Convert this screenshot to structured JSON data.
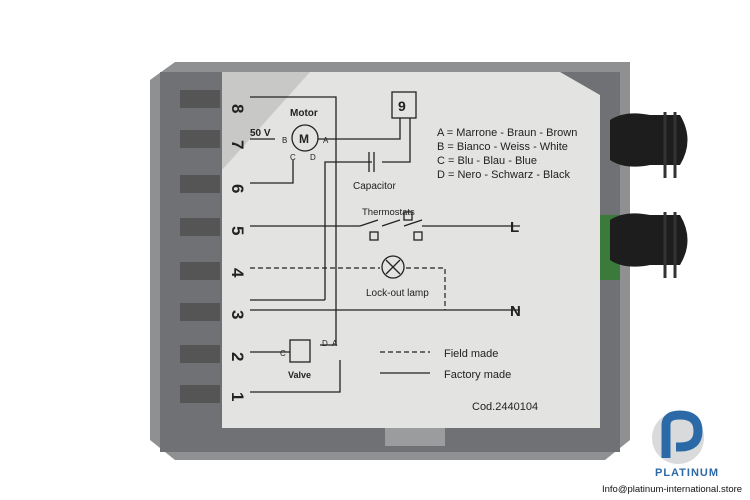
{
  "device": {
    "terminals": [
      "8",
      "7",
      "6",
      "5",
      "4",
      "3",
      "2",
      "1"
    ],
    "motor_label": "Motor",
    "voltage_label": "50 V",
    "motor_symbol": "M",
    "motor_pins": [
      "A",
      "B",
      "C",
      "D"
    ],
    "box_label": "9",
    "capacitor_label": "Capacitor",
    "thermostats_label": "Thermostats",
    "lamp_label": "Lock-out lamp",
    "valve_label": "Valve",
    "valve_pins": [
      "C",
      "D",
      "A"
    ],
    "line_L": "L",
    "line_N": "N",
    "legend": [
      "A = Marrone - Braun - Brown",
      "B = Bianco - Weiss - White",
      "C = Blu - Blau - Blue",
      "D = Nero - Schwarz - Black"
    ],
    "field_made": "Field made",
    "factory_made": "Factory made",
    "code": "Cod.2440104"
  },
  "watermark": {
    "brand": "PLATINUM",
    "email": "Info@platinum-international.store",
    "color": "#2b6aa6"
  }
}
